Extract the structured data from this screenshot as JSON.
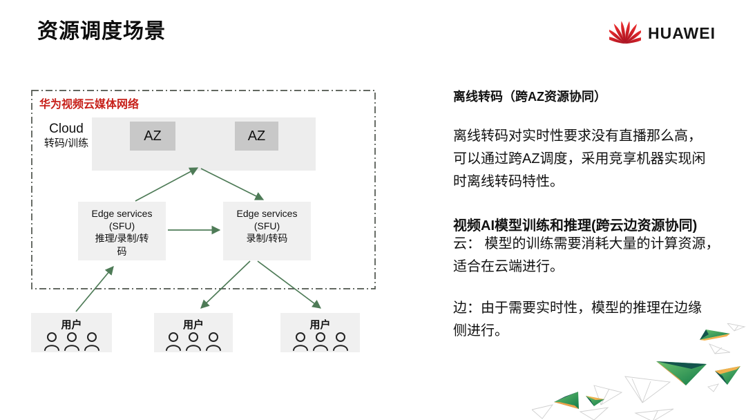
{
  "slide": {
    "title": "资源调度场景"
  },
  "logo": {
    "brand": "HUAWEI"
  },
  "diagram": {
    "network_label": "华为视频云媒体网络",
    "cloud_label_en": "Cloud",
    "cloud_label_zh": "转码/训练",
    "az_boxes": [
      {
        "label": "AZ"
      },
      {
        "label": "AZ"
      }
    ],
    "edge_boxes": [
      {
        "label": "Edge services\n(SFU)\n推理/录制/转\n码"
      },
      {
        "label": "Edge services\n(SFU)\n录制/转码"
      }
    ],
    "user_boxes": [
      {
        "label": "用户"
      },
      {
        "label": "用户"
      },
      {
        "label": "用户"
      }
    ],
    "colors": {
      "arrow": "#4e7b57",
      "dashed_border": "#4d534b",
      "network_label": "#c7211a",
      "az_fill": "#c8c8c8",
      "box_fill": "#f0f0f0",
      "band_fill": "#ededed"
    }
  },
  "panel": {
    "section1": {
      "heading": "离线转码（跨AZ资源协同）",
      "body": "离线转码对实时性要求没有直播那么高，\n可以通过跨AZ调度，采用竞享机器实现闲\n时离线转码特性。"
    },
    "section2": {
      "heading": "视频AI模型训练和推理(跨云边资源协同)",
      "body": "云： 模型的训练需要消耗大量的计算资源，\n适合在云端进行。"
    },
    "section3": {
      "body": "边：由于需要实时性，模型的推理在边缘\n侧进行。"
    }
  }
}
